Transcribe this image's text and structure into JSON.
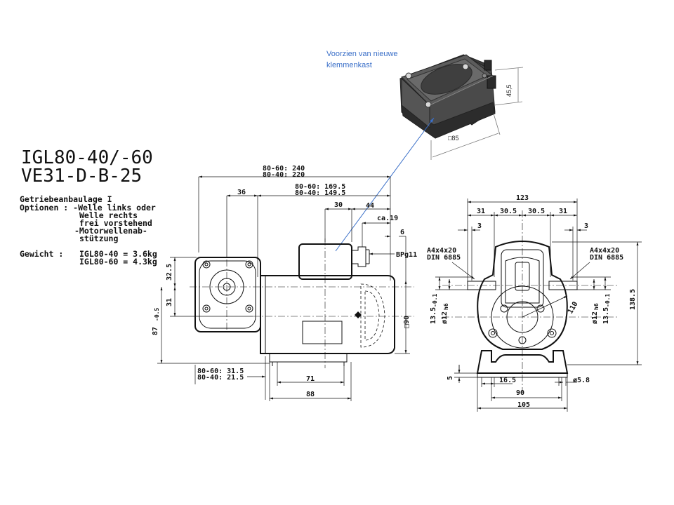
{
  "title": {
    "line1": "IGL80-40/-60",
    "line2": "VE31-D-B-25"
  },
  "specs": {
    "line1": "Getriebeanbaulage I",
    "line2": "Optionen : -Welle links oder",
    "line3": "Welle rechts",
    "line4": "frei vorstehend",
    "line5": "-Motorwellenab-",
    "line6": "stützung",
    "weight_label": "Gewicht  :",
    "weight1": "IGL80-40 = 3.6kg",
    "weight2": "IGL80-60 = 4.3kg"
  },
  "note": {
    "line1": "Voorzien van nieuwe",
    "line2": "klemmenkast"
  },
  "box_dims": {
    "height": "45,5",
    "side": "□85"
  },
  "side_view": {
    "top_a": "80-60: 240",
    "top_b": "80-40: 220",
    "mid_a": "80-60: 169.5",
    "mid_b": "80-40: 149.5",
    "d36": "36",
    "d30": "30",
    "d44": "44",
    "d_ca19": "ca.19",
    "d6": "6",
    "bpg": "BPg11",
    "d32_5": "32.5",
    "d31": "31",
    "d87": "87",
    "d87_tol": "-0.5",
    "sq90": "□90",
    "bot_a": "80-60: 31.5",
    "bot_b": "80-40: 21.5",
    "d71": "71",
    "d88": "88"
  },
  "front_view": {
    "d123": "123",
    "d31a": "31",
    "d30_5a": "30.5",
    "d30_5b": "30.5",
    "d31b": "31",
    "d3a": "3",
    "d3b": "3",
    "key_l1": "A4x4x20",
    "key_l2": "DIN 6885",
    "key_r1": "A4x4x20",
    "key_r2": "DIN 6885",
    "d13_5_l": "13.5",
    "d13_5_l_tol": "-0.1",
    "d12_l": "ø12",
    "d12_l_tol": "h6",
    "d110": "110",
    "d12_r": "ø12",
    "d12_r_tol": "h6",
    "d13_5_r": "13.5",
    "d13_5_r_tol": "-0.1",
    "d138_5": "138.5",
    "d5": "5",
    "d16_5": "16.5",
    "d5_8": "ø5.8",
    "d90": "90",
    "d105": "105"
  }
}
